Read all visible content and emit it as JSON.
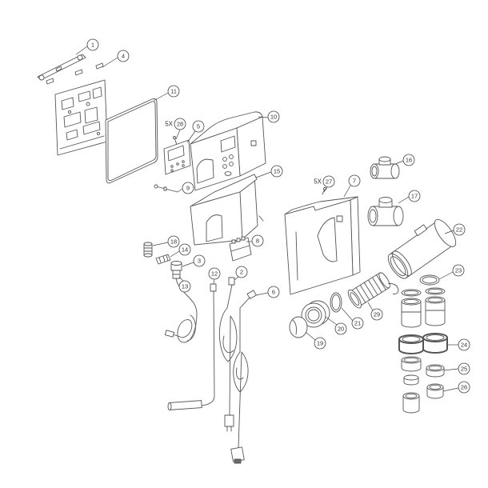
{
  "callouts": {
    "p1": "1",
    "p2": "2",
    "p3": "3",
    "p4": "4",
    "p5": "5",
    "p6": "6",
    "p7": "7",
    "p8": "8",
    "p9": "9",
    "p10": "10",
    "p11": "11",
    "p12": "12",
    "p13": "13",
    "p14": "14",
    "p15": "15",
    "p16": "16",
    "p17": "17",
    "p18": "18",
    "p19": "19",
    "p20": "20",
    "p21": "21",
    "p22": "22",
    "p23": "23",
    "p24": "24",
    "p25": "25",
    "p26": "26",
    "p27": "27",
    "p28": "28",
    "p29": "29"
  },
  "quantities": {
    "p28": "5X",
    "p27": "5X"
  },
  "colors": {
    "line": "#555555",
    "background": "#ffffff"
  }
}
